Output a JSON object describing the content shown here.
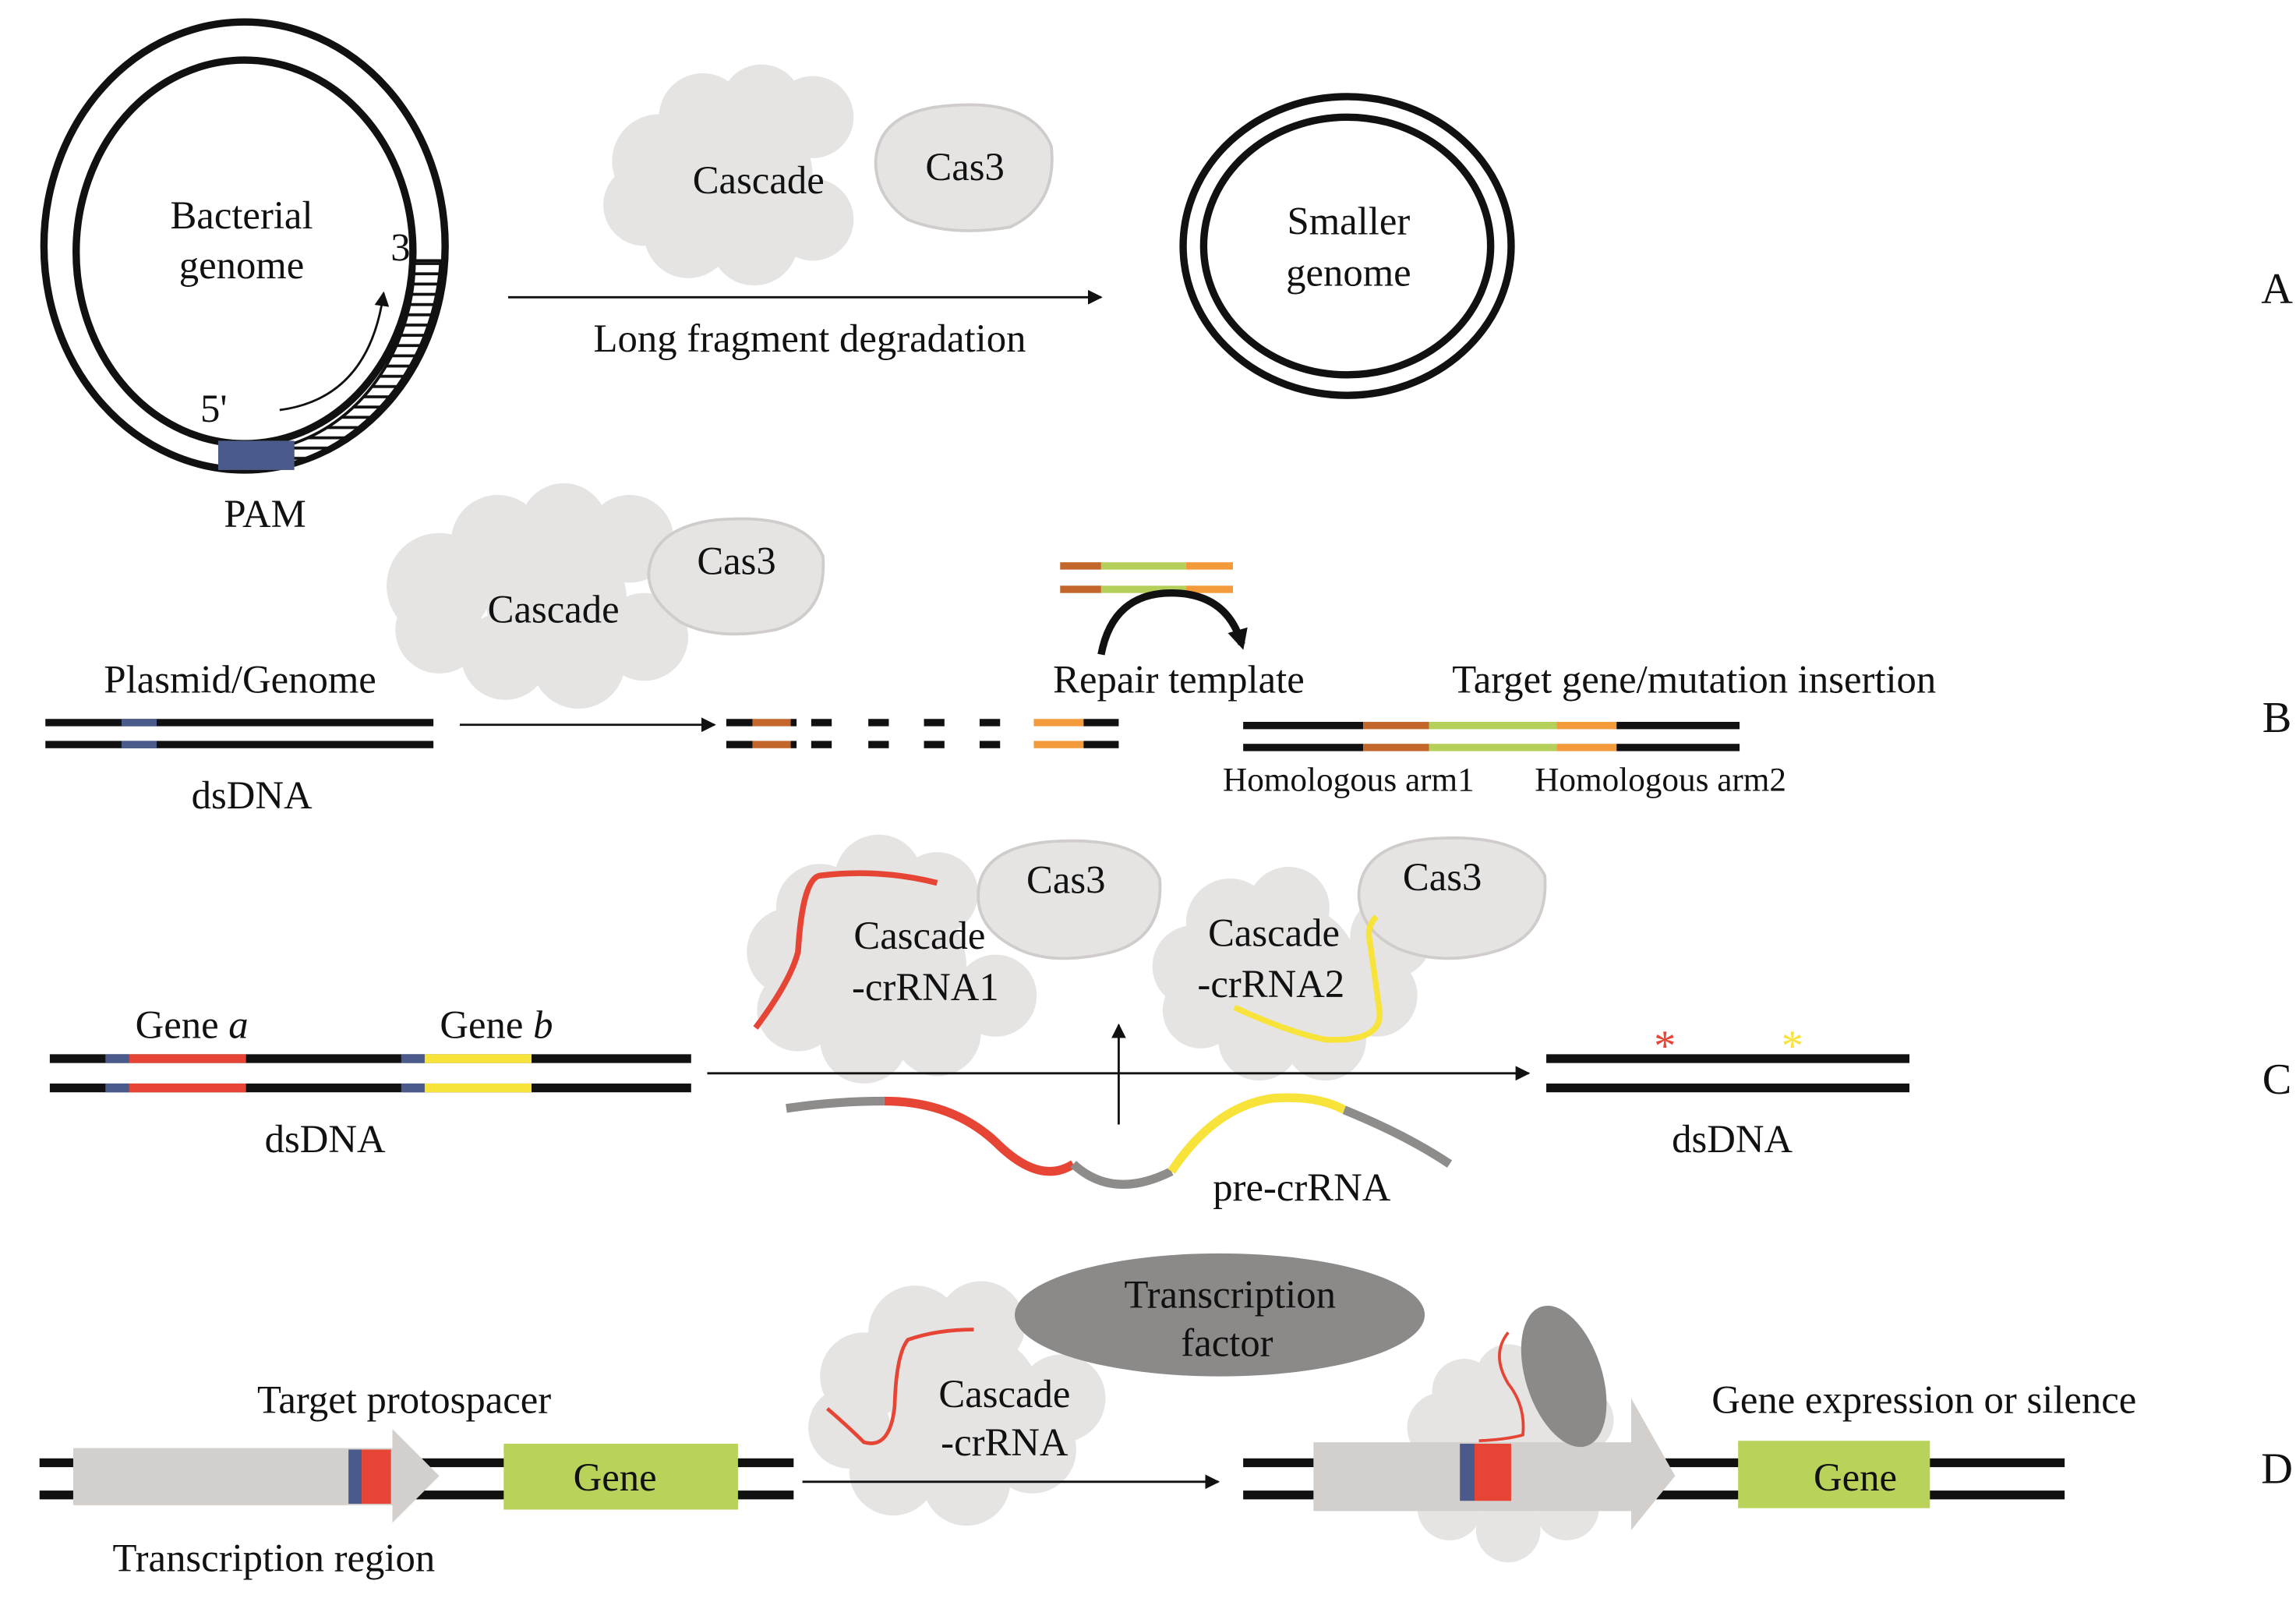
{
  "figure": {
    "panels": [
      {
        "id": "A",
        "label": "A",
        "source_genome": {
          "line1": "Bacterial",
          "line2": "genome"
        },
        "end_5": "5'",
        "end_3": "3'",
        "pam_label": "PAM",
        "complex": {
          "cascade": "Cascade",
          "cas3": "Cas3"
        },
        "process_label": "Long fragment degradation",
        "result_genome": {
          "line1": "Smaller",
          "line2": "genome"
        }
      },
      {
        "id": "B",
        "label": "B",
        "source_label": "Plasmid/Genome",
        "source_caption": "dsDNA",
        "complex": {
          "cascade": "Cascade",
          "cas3": "Cas3"
        },
        "repair_label": "Repair template",
        "result_label": "Target gene/mutation insertion",
        "arm1_label": "Homologous arm1",
        "arm2_label": "Homologous arm2"
      },
      {
        "id": "C",
        "label": "C",
        "gene_a": {
          "prefix": "Gene ",
          "italic": "a"
        },
        "gene_b": {
          "prefix": "Gene ",
          "italic": "b"
        },
        "source_caption": "dsDNA",
        "complex1": {
          "cascade": "Cascade",
          "crrna": "-crRNA1",
          "cas3": "Cas3"
        },
        "complex2": {
          "cascade": "Cascade",
          "crrna": "-crRNA2",
          "cas3": "Cas3"
        },
        "precursor_label": "pre-crRNA",
        "result_caption": "dsDNA",
        "mutation_marks": [
          "*",
          "*"
        ]
      },
      {
        "id": "D",
        "label": "D",
        "protospacer_label": "Target protospacer",
        "region_label": "Transcription region",
        "gene_label": "Gene",
        "complex": {
          "cascade": "Cascade",
          "crrna": "-crRNA"
        },
        "tf_label": {
          "line1": "Transcription",
          "line2": "factor"
        },
        "result_label": "Gene expression or silence",
        "result_gene_label": "Gene"
      }
    ],
    "colors": {
      "pam": "#4a5a8a",
      "gene_a": "#e64535",
      "gene_b": "#f7e33a",
      "arm1": "#c2662c",
      "insert": "#b5d05a",
      "arm2": "#f39a3a",
      "gene_box": "#b8d25a",
      "transcription_region": "#d3cfcc",
      "transcription_factor": "#8c8a89",
      "protein_cloud": "#e6e4e3",
      "rna_spacer": "#8e8c8b"
    }
  }
}
